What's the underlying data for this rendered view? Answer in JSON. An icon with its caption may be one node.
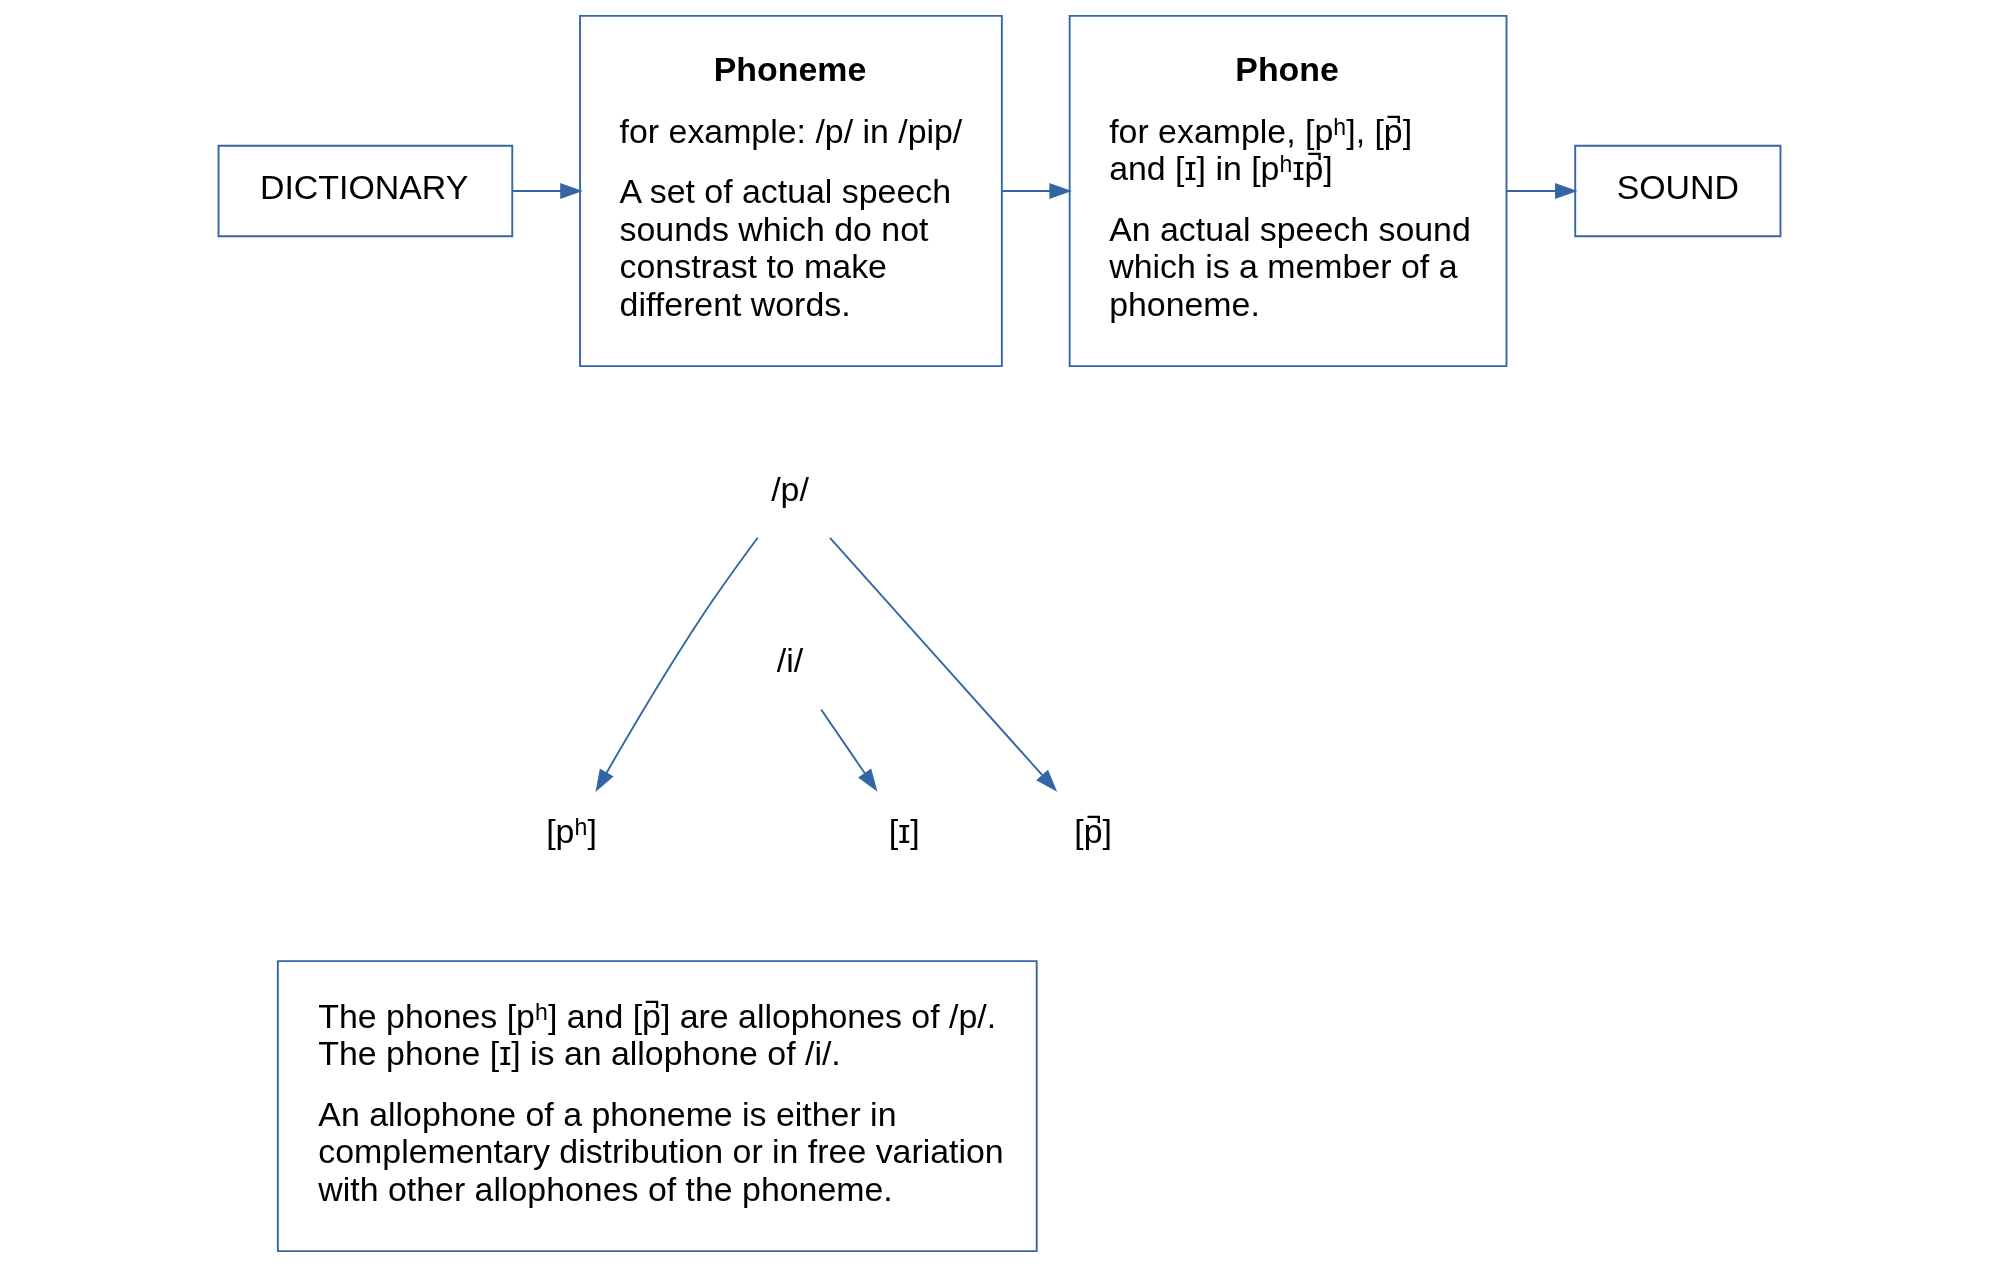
{
  "diagram": {
    "nodes": [
      {
        "text": [
          "DICTIONARY"
        ]
      },
      {
        "text": [
          "Phoneme",
          "for example: /p/ in /pip/",
          "A set of actual speech sounds which do not constrast to make different words."
        ]
      },
      {
        "text": [
          "Phone",
          "for example, [pʰ], [p̚] and [ɪ] in [pʰɪp̚]",
          "An actual speech sound which is a member of a phoneme."
        ]
      },
      {
        "text": [
          "SOUND"
        ]
      },
      {
        "text": [
          "/p/"
        ]
      },
      {
        "text": [
          "/i/"
        ]
      },
      {
        "text": [
          "[pʰ]"
        ]
      },
      {
        "text": [
          "[ɪ]"
        ]
      },
      {
        "text": [
          "[p̚]"
        ]
      },
      {
        "text": [
          "The phones [pʰ] and [p̚] are allophones of /p/. The phone [ɪ] is an allophone of /i/.",
          "An allophone of a phoneme is either in complementary distribution or in free variation with other allophones of the phoneme."
        ]
      }
    ],
    "edges": [
      {
        "from": 0,
        "to": 1,
        "arrow": "to"
      },
      {
        "from": 2,
        "to": 3,
        "arrow": "to"
      },
      {
        "from": 1,
        "to": 2,
        "arrow": "to"
      },
      {
        "from": 4,
        "to": 6,
        "arrow": "to"
      },
      {
        "from": 4,
        "to": 8,
        "arrow": "to"
      },
      {
        "from": 5,
        "to": 7,
        "arrow": "to"
      }
    ]
  }
}
